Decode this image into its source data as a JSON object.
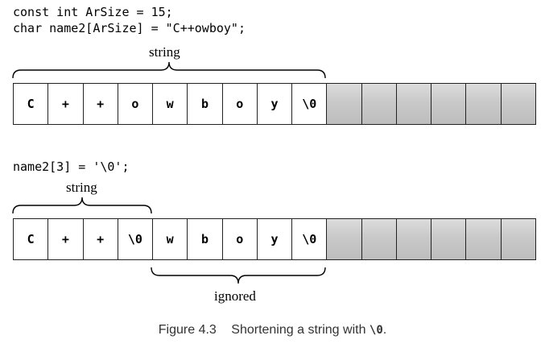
{
  "code_top": {
    "line1": "const int ArSize = 15;",
    "line2": "char name2[ArSize] = \"C++owboy\";"
  },
  "code_mid": {
    "line1": "name2[3] = '\\0';"
  },
  "labels": {
    "string_top": "string",
    "string_bottom": "string",
    "ignored": "ignored"
  },
  "array_top": [
    "C",
    "+",
    "+",
    "o",
    "w",
    "b",
    "o",
    "y",
    "\\0",
    "",
    "",
    "",
    "",
    "",
    ""
  ],
  "array_bottom": [
    "C",
    "+",
    "+",
    "\\0",
    "w",
    "b",
    "o",
    "y",
    "\\0",
    "",
    "",
    "",
    "",
    "",
    ""
  ],
  "caption": {
    "number": "Figure 4.3",
    "text": "Shortening a string with",
    "code": "\\0",
    "end": "."
  },
  "colors": {
    "empty_cell": "#c9c9c9",
    "border": "#222222",
    "caption": "#333333"
  }
}
